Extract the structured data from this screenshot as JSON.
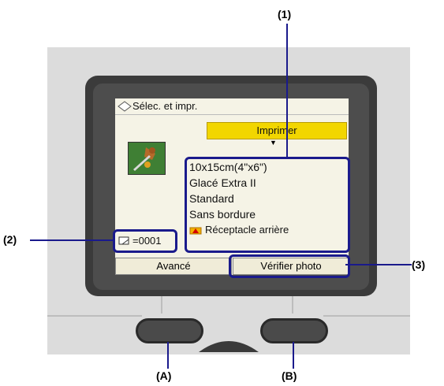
{
  "screen": {
    "title": "Sélec. et impr.",
    "print_button": "Imprimer",
    "print_arrow": "▼",
    "settings": [
      "10x15cm(4\"x6\")",
      "Glacé Extra II",
      "Standard",
      "Sans bordure",
      "Réceptacle arrière"
    ],
    "copies_label": "=0001",
    "softkey_left": "Avancé",
    "softkey_right": "Vérifier photo"
  },
  "callouts": {
    "c1": "(1)",
    "c2": "(2)",
    "c3": "(3)",
    "a": "(A)",
    "b": "(B)"
  },
  "colors": {
    "accent_yellow": "#f2d600",
    "callout_blue": "#1a1a8c",
    "lcd_bg": "#f5f3e6"
  }
}
